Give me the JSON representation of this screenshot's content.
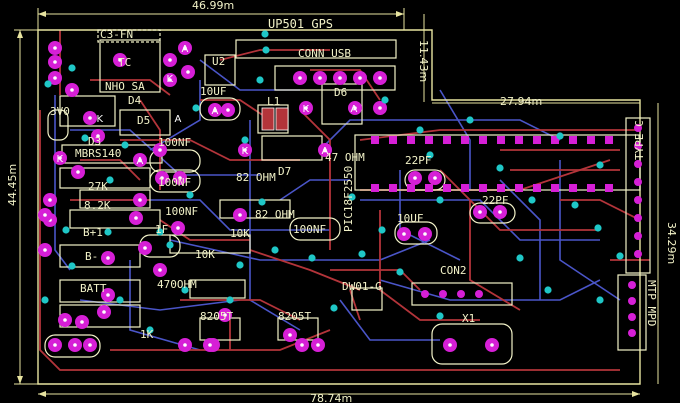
{
  "colors": {
    "background": "#000000",
    "outline": "#e8e4a0",
    "trace_red": "#b3343a",
    "trace_blue": "#4a55c8",
    "pad_magenta": "#d61fd6",
    "via_cyan": "#1fc7c7",
    "silkscreen": "#f2f2c8",
    "pad_marker": "#ffffff"
  },
  "dimensions": {
    "top_width": "46.99m",
    "left_height": "44.45m",
    "right_top_height": "11.43m",
    "right_step": "27.94m",
    "right_height": "34.29m",
    "bottom_width": "78.74m"
  },
  "components": [
    {
      "ref": "d_up501",
      "label": "UP501 GPS"
    },
    {
      "ref": "d_conusb",
      "label": "CONN USB"
    },
    {
      "ref": "d_l1",
      "label": "L1"
    },
    {
      "ref": "d_d6",
      "label": "D6"
    },
    {
      "ref": "d_u2",
      "label": "U2"
    },
    {
      "ref": "d_10uf_a",
      "label": "10UF"
    },
    {
      "ref": "d_d4",
      "label": "D4"
    },
    {
      "ref": "d_d5",
      "label": "D5"
    },
    {
      "ref": "d_3v0",
      "label": "3V0"
    },
    {
      "ref": "d_d3",
      "label": "D3"
    },
    {
      "ref": "d_mbr",
      "label": "MBRS140"
    },
    {
      "ref": "d_100nf_a",
      "label": "100NF"
    },
    {
      "ref": "d_100nf_b",
      "label": "100NF"
    },
    {
      "ref": "d_100nf_c",
      "label": "100NF"
    },
    {
      "ref": "d_100nf_d",
      "label": "100NF"
    },
    {
      "ref": "d_27k",
      "label": "27K"
    },
    {
      "ref": "d_82k",
      "label": "8.2K"
    },
    {
      "ref": "d_bp1",
      "label": "B+1"
    },
    {
      "ref": "d_bm",
      "label": "B-"
    },
    {
      "ref": "d_batt",
      "label": "BATT"
    },
    {
      "ref": "d_1k",
      "label": "1K"
    },
    {
      "ref": "d_1f",
      "label": "1F"
    },
    {
      "ref": "d_10k_a",
      "label": "10K"
    },
    {
      "ref": "d_10k_b",
      "label": "10K"
    },
    {
      "ref": "d_82ohm_a",
      "label": "82 OHM"
    },
    {
      "ref": "d_82ohm_b",
      "label": "82 OHM"
    },
    {
      "ref": "d_d7",
      "label": "D7"
    },
    {
      "ref": "d_470ohm",
      "label": "470OHM"
    },
    {
      "ref": "d_47ohm",
      "label": "47 OHM"
    },
    {
      "ref": "d_pic",
      "label": "PIC18F2550"
    },
    {
      "ref": "d_22pf_a",
      "label": "22PF"
    },
    {
      "ref": "d_22pf_b",
      "label": "22PF"
    },
    {
      "ref": "d_10uf_b",
      "label": "10UF"
    },
    {
      "ref": "d_con2",
      "label": "CON2"
    },
    {
      "ref": "d_dw01",
      "label": "DW01-G"
    },
    {
      "ref": "d_8205a",
      "label": "8205T"
    },
    {
      "ref": "d_8205b",
      "label": "8205T"
    },
    {
      "ref": "d_x1",
      "label": "X1"
    },
    {
      "ref": "d_typec",
      "label": "TYPE C"
    },
    {
      "ref": "d_mtp",
      "label": "MTP MPD"
    },
    {
      "ref": "d_tc",
      "label": "TC"
    },
    {
      "ref": "d_nho",
      "label": "NHO SA"
    },
    {
      "ref": "d_c3",
      "label": "C3-FN"
    }
  ]
}
